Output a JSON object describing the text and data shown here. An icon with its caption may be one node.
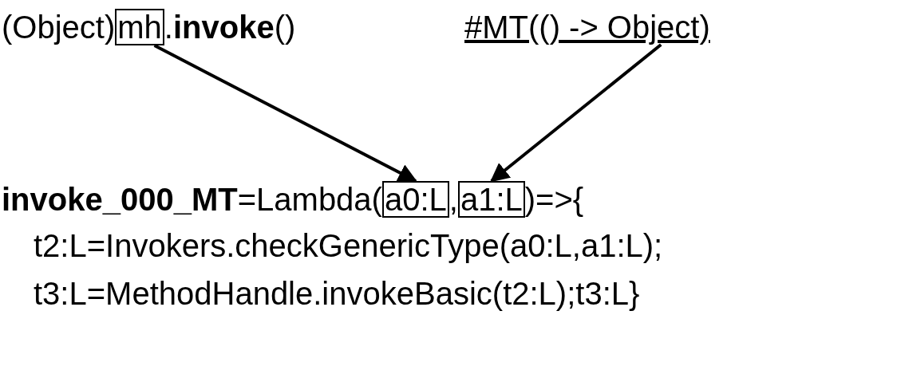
{
  "diagram": {
    "nodes": [
      {
        "text": [
          "mh"
        ]
      },
      {
        "text": [
          "#MT(() -> Object)"
        ]
      },
      {
        "text": [
          "a0:L"
        ]
      },
      {
        "text": [
          "a1:L"
        ]
      }
    ],
    "edges": [
      {
        "from": 0,
        "to": 2,
        "arrow": "to"
      },
      {
        "from": 1,
        "to": 3,
        "arrow": "to"
      }
    ],
    "labels": [
      "(Object)",
      ".**invoke**()",
      "**invoke_000_MT**=Lambda(",
      ",",
      ")=>{",
      "t2:L=Invokers.checkGenericType(a0:L,a1:L);",
      "t3:L=MethodHandle.invokeBasic(t2:L);t3:L}"
    ]
  }
}
